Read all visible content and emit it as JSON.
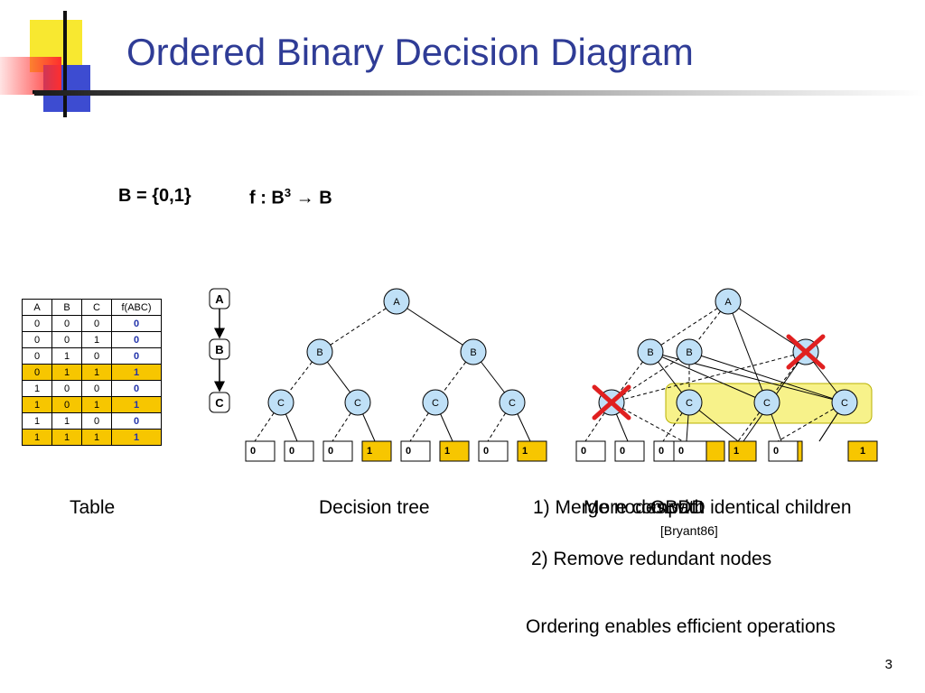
{
  "title": "Ordered Binary Decision Diagram",
  "formula": {
    "set": "B = {0,1}",
    "func_prefix": "f : B",
    "func_exp": "3",
    "func_suffix": " → B"
  },
  "truth_table": {
    "headers": [
      "A",
      "B",
      "C",
      "f(ABC)"
    ],
    "rows": [
      {
        "cells": [
          "0",
          "0",
          "0",
          "0"
        ],
        "highlight": false
      },
      {
        "cells": [
          "0",
          "0",
          "1",
          "0"
        ],
        "highlight": false
      },
      {
        "cells": [
          "0",
          "1",
          "0",
          "0"
        ],
        "highlight": false
      },
      {
        "cells": [
          "0",
          "1",
          "1",
          "1"
        ],
        "highlight": true
      },
      {
        "cells": [
          "1",
          "0",
          "0",
          "0"
        ],
        "highlight": false
      },
      {
        "cells": [
          "1",
          "0",
          "1",
          "1"
        ],
        "highlight": true
      },
      {
        "cells": [
          "1",
          "1",
          "0",
          "0"
        ],
        "highlight": false
      },
      {
        "cells": [
          "1",
          "1",
          "1",
          "1"
        ],
        "highlight": true
      }
    ]
  },
  "order_chain": [
    "A",
    "B",
    "C"
  ],
  "tree": {
    "root": "A",
    "level2": [
      "B",
      "B"
    ],
    "level3": [
      "C",
      "C",
      "C",
      "C"
    ],
    "leaves": [
      "0",
      "0",
      "0",
      "1",
      "0",
      "1",
      "0",
      "1"
    ]
  },
  "reduced": {
    "root": "A",
    "level2": [
      "B",
      "B"
    ],
    "level3": [
      "C",
      "C",
      "C"
    ],
    "leaves": [
      "0",
      "0",
      "0",
      "0",
      "1",
      "0",
      "1"
    ]
  },
  "labels": {
    "table": "Table",
    "tree": "Decision tree",
    "step1_a": "1) Merge nodes with identical children",
    "step1_b": "More compact",
    "step1_c": "OBDD",
    "citation": "[Bryant86]",
    "step2": "2) Remove redundant nodes",
    "ordering": "Ordering enables efficient operations",
    "slide_number": "3"
  },
  "colors": {
    "title": "#2f3c96",
    "node_fill": "#bfe0f7",
    "leaf_one": "#f7c600",
    "highlight_box": "#f7f28a",
    "cross": "#e02020"
  }
}
